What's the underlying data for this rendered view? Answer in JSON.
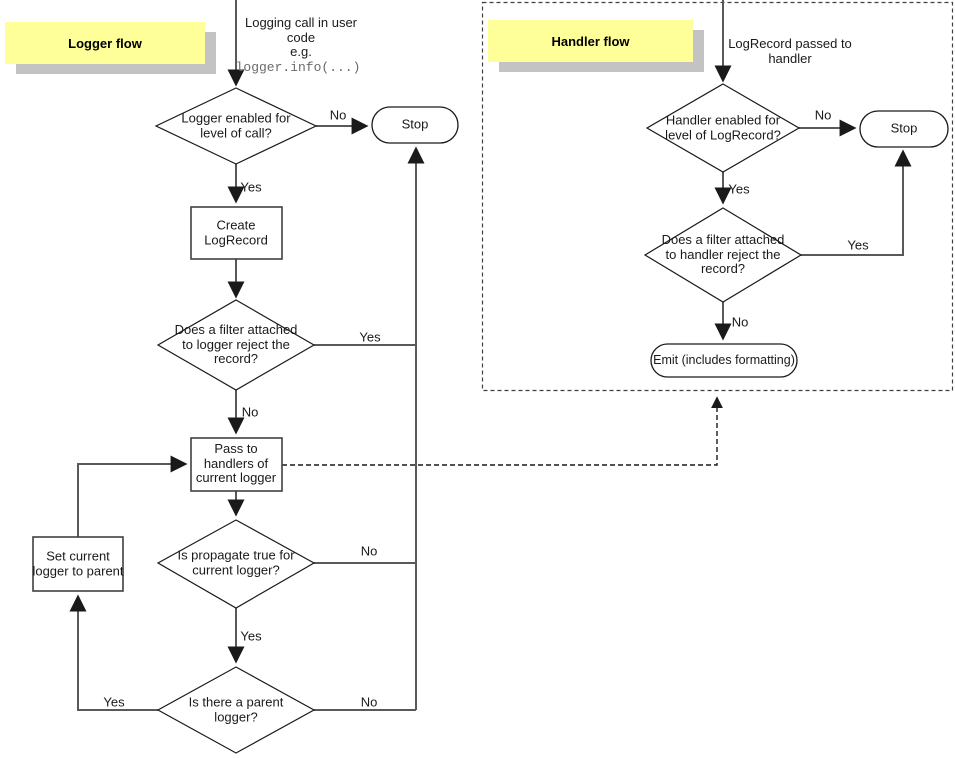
{
  "logger_flow": {
    "banner": "Logger flow",
    "entry_note": "Logging call in user\ncode\ne.g.",
    "entry_code": "logger.info(...)",
    "decision_enabled": "Logger enabled for\nlevel of call?",
    "stop": "Stop",
    "box_create": "Create\nLogRecord",
    "decision_filter": "Does a filter attached\nto logger reject the\nrecord?",
    "box_pass": "Pass to\nhandlers of\ncurrent logger",
    "decision_propagate": "Is propagate true for\ncurrent logger?",
    "decision_parent": "Is there a parent\nlogger?",
    "box_set_parent": "Set current\nlogger to parent",
    "edge_labels": {
      "enabled_no": "No",
      "enabled_yes": "Yes",
      "filter_yes": "Yes",
      "filter_no": "No",
      "propagate_no": "No",
      "propagate_yes": "Yes",
      "parent_yes": "Yes",
      "parent_no": "No"
    }
  },
  "handler_flow": {
    "banner": "Handler flow",
    "entry_note": "LogRecord passed to\nhandler",
    "decision_enabled": "Handler enabled for\nlevel of LogRecord?",
    "stop": "Stop",
    "decision_filter": "Does a filter attached\nto handler reject the\nrecord?",
    "emit": "Emit (includes formatting)",
    "edge_labels": {
      "enabled_no": "No",
      "enabled_yes": "Yes",
      "filter_yes": "Yes",
      "filter_no": "No"
    }
  },
  "colors": {
    "banner_fill": "#ffff99",
    "banner_shadow": "#c3c3c3",
    "connector": "#595959",
    "shape_stroke": "#1a1a1a"
  }
}
